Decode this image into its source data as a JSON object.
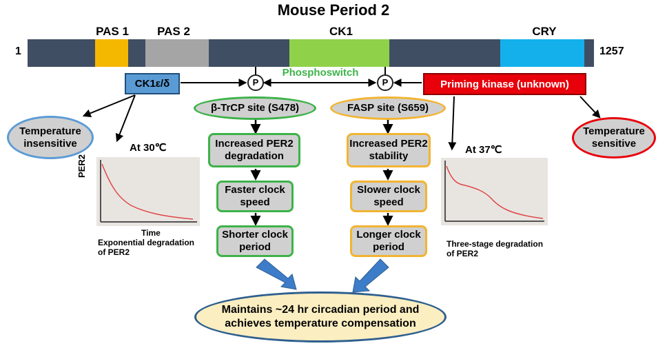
{
  "title": "Mouse Period 2",
  "protein": {
    "start": "1",
    "end": "1257",
    "domains": [
      {
        "label": "PAS 1",
        "color": "#f5b800"
      },
      {
        "label": "PAS 2",
        "color": "#a5a5a5"
      },
      {
        "label": "CK1",
        "color": "#8fd24a"
      },
      {
        "label": "CRY",
        "color": "#13b0ec"
      }
    ],
    "backbone_color": "#404e63"
  },
  "phospho_symbol": "P",
  "phosphoswitch": "Phosphoswitch",
  "ck1_box": "CK1ε/δ",
  "priming_box": "Priming kinase (unknown)",
  "left": {
    "ellipse": "Temperature insensitive",
    "temp": "At 30℃",
    "ylabel": "PER2",
    "xlabel": "Time",
    "caption_line1": "Exponential degradation",
    "caption_line2": "of PER2"
  },
  "right": {
    "ellipse": "Temperature sensitive",
    "temp": "At 37℃",
    "caption_line1": "Three-stage degradation",
    "caption_line2": "of PER2"
  },
  "green_path": {
    "site": "β-TrCP site (S478)",
    "steps": [
      "Increased PER2 degradation",
      "Faster clock speed",
      "Shorter clock period"
    ]
  },
  "yellow_path": {
    "site": "FASP site (S659)",
    "steps": [
      "Increased PER2 stability",
      "Slower clock speed",
      "Longer clock period"
    ]
  },
  "outcome": "Maintains ~24 hr circadian period and achieves temperature compensation",
  "colors": {
    "ck1_box": "#5b9bd5",
    "priming_box": "#e8000b",
    "green": "#3db249",
    "yellow": "#f2b431",
    "outcome_fill": "#fbeec1",
    "outcome_border": "#2e5f8f",
    "blue_arrow": "#3d7cc9"
  }
}
